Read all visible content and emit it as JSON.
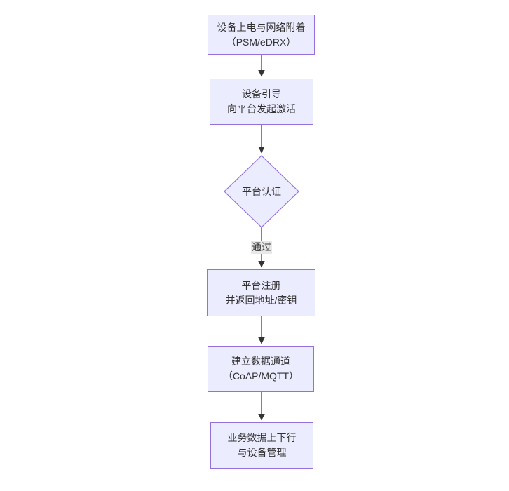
{
  "theme": {
    "canvas_bg": "#ffffff",
    "node_fill": "#ECECFF",
    "node_border": "#9370DB",
    "edge_color": "#333333",
    "edge_label_bg": "#e8e8e8",
    "text_color": "#333333"
  },
  "flowchart": {
    "direction": "top-down",
    "nodes": [
      {
        "id": "power-attach",
        "shape": "rect",
        "lines": [
          "设备上电与网络附着",
          "（PSM/eDRX）"
        ]
      },
      {
        "id": "bootstrap",
        "shape": "rect",
        "lines": [
          "设备引导",
          "向平台发起激活"
        ]
      },
      {
        "id": "platform-auth",
        "shape": "diamond",
        "lines": [
          "平台认证"
        ]
      },
      {
        "id": "register",
        "shape": "rect",
        "lines": [
          "平台注册",
          "并返回地址/密钥"
        ]
      },
      {
        "id": "data-channel",
        "shape": "rect",
        "lines": [
          "建立数据通道",
          "（CoAP/MQTT）"
        ]
      },
      {
        "id": "business",
        "shape": "rect",
        "lines": [
          "业务数据上下行",
          "与设备管理"
        ]
      }
    ],
    "edges": [
      {
        "from": "power-attach",
        "to": "bootstrap",
        "label": ""
      },
      {
        "from": "bootstrap",
        "to": "platform-auth",
        "label": ""
      },
      {
        "from": "platform-auth",
        "to": "register",
        "label": "通过"
      },
      {
        "from": "register",
        "to": "data-channel",
        "label": ""
      },
      {
        "from": "data-channel",
        "to": "business",
        "label": ""
      }
    ]
  }
}
